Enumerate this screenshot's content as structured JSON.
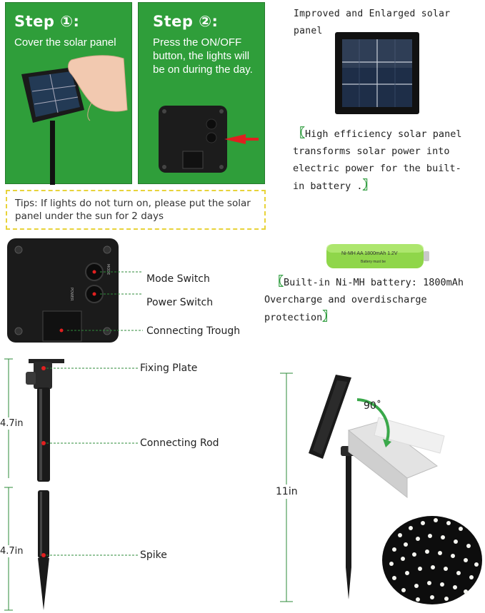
{
  "step1": {
    "title": "Step ①:",
    "text": "Cover the solar panel"
  },
  "step2": {
    "title": "Step ②:",
    "text": "Press the ON/OFF button, the lights will be on during the day."
  },
  "solar_panel": {
    "title": "Improved and Enlarged solar panel",
    "open_bracket": "〖",
    "close_bracket": "〗",
    "description": "High efficiency solar panel transforms solar power into electric power for the built-in battery ."
  },
  "tips": {
    "text": "Tips: If lights do not turn on, please put the solar panel under the sun for 2 days"
  },
  "control_box": {
    "labels": [
      "Mode Switch",
      "Power Switch",
      "Connecting Trough"
    ],
    "button_marks": [
      "MODE",
      "POWER"
    ]
  },
  "battery": {
    "print_line1": "Ni-MH  AA 1800mAh 1.2V",
    "print_line2": "Battery must be",
    "open_bracket": "〖",
    "close_bracket": "〗",
    "line1": "Built-in Ni-MH battery: 1800mAh",
    "line2": "Overcharge and overdischarge protection"
  },
  "stake": {
    "parts": [
      "Fixing Plate",
      "Connecting Rod",
      "Spike"
    ],
    "dimension_upper": "4.7in",
    "dimension_lower": "4.7in"
  },
  "assembly": {
    "height": "11in",
    "angle": "90˚"
  },
  "colors": {
    "step_green": "#2f9e3a",
    "tips_border": "#e8d33a",
    "bracket_green": "#2a9a3a",
    "dimension_green": "#2e8b3a",
    "pointer_red": "#e02020"
  }
}
